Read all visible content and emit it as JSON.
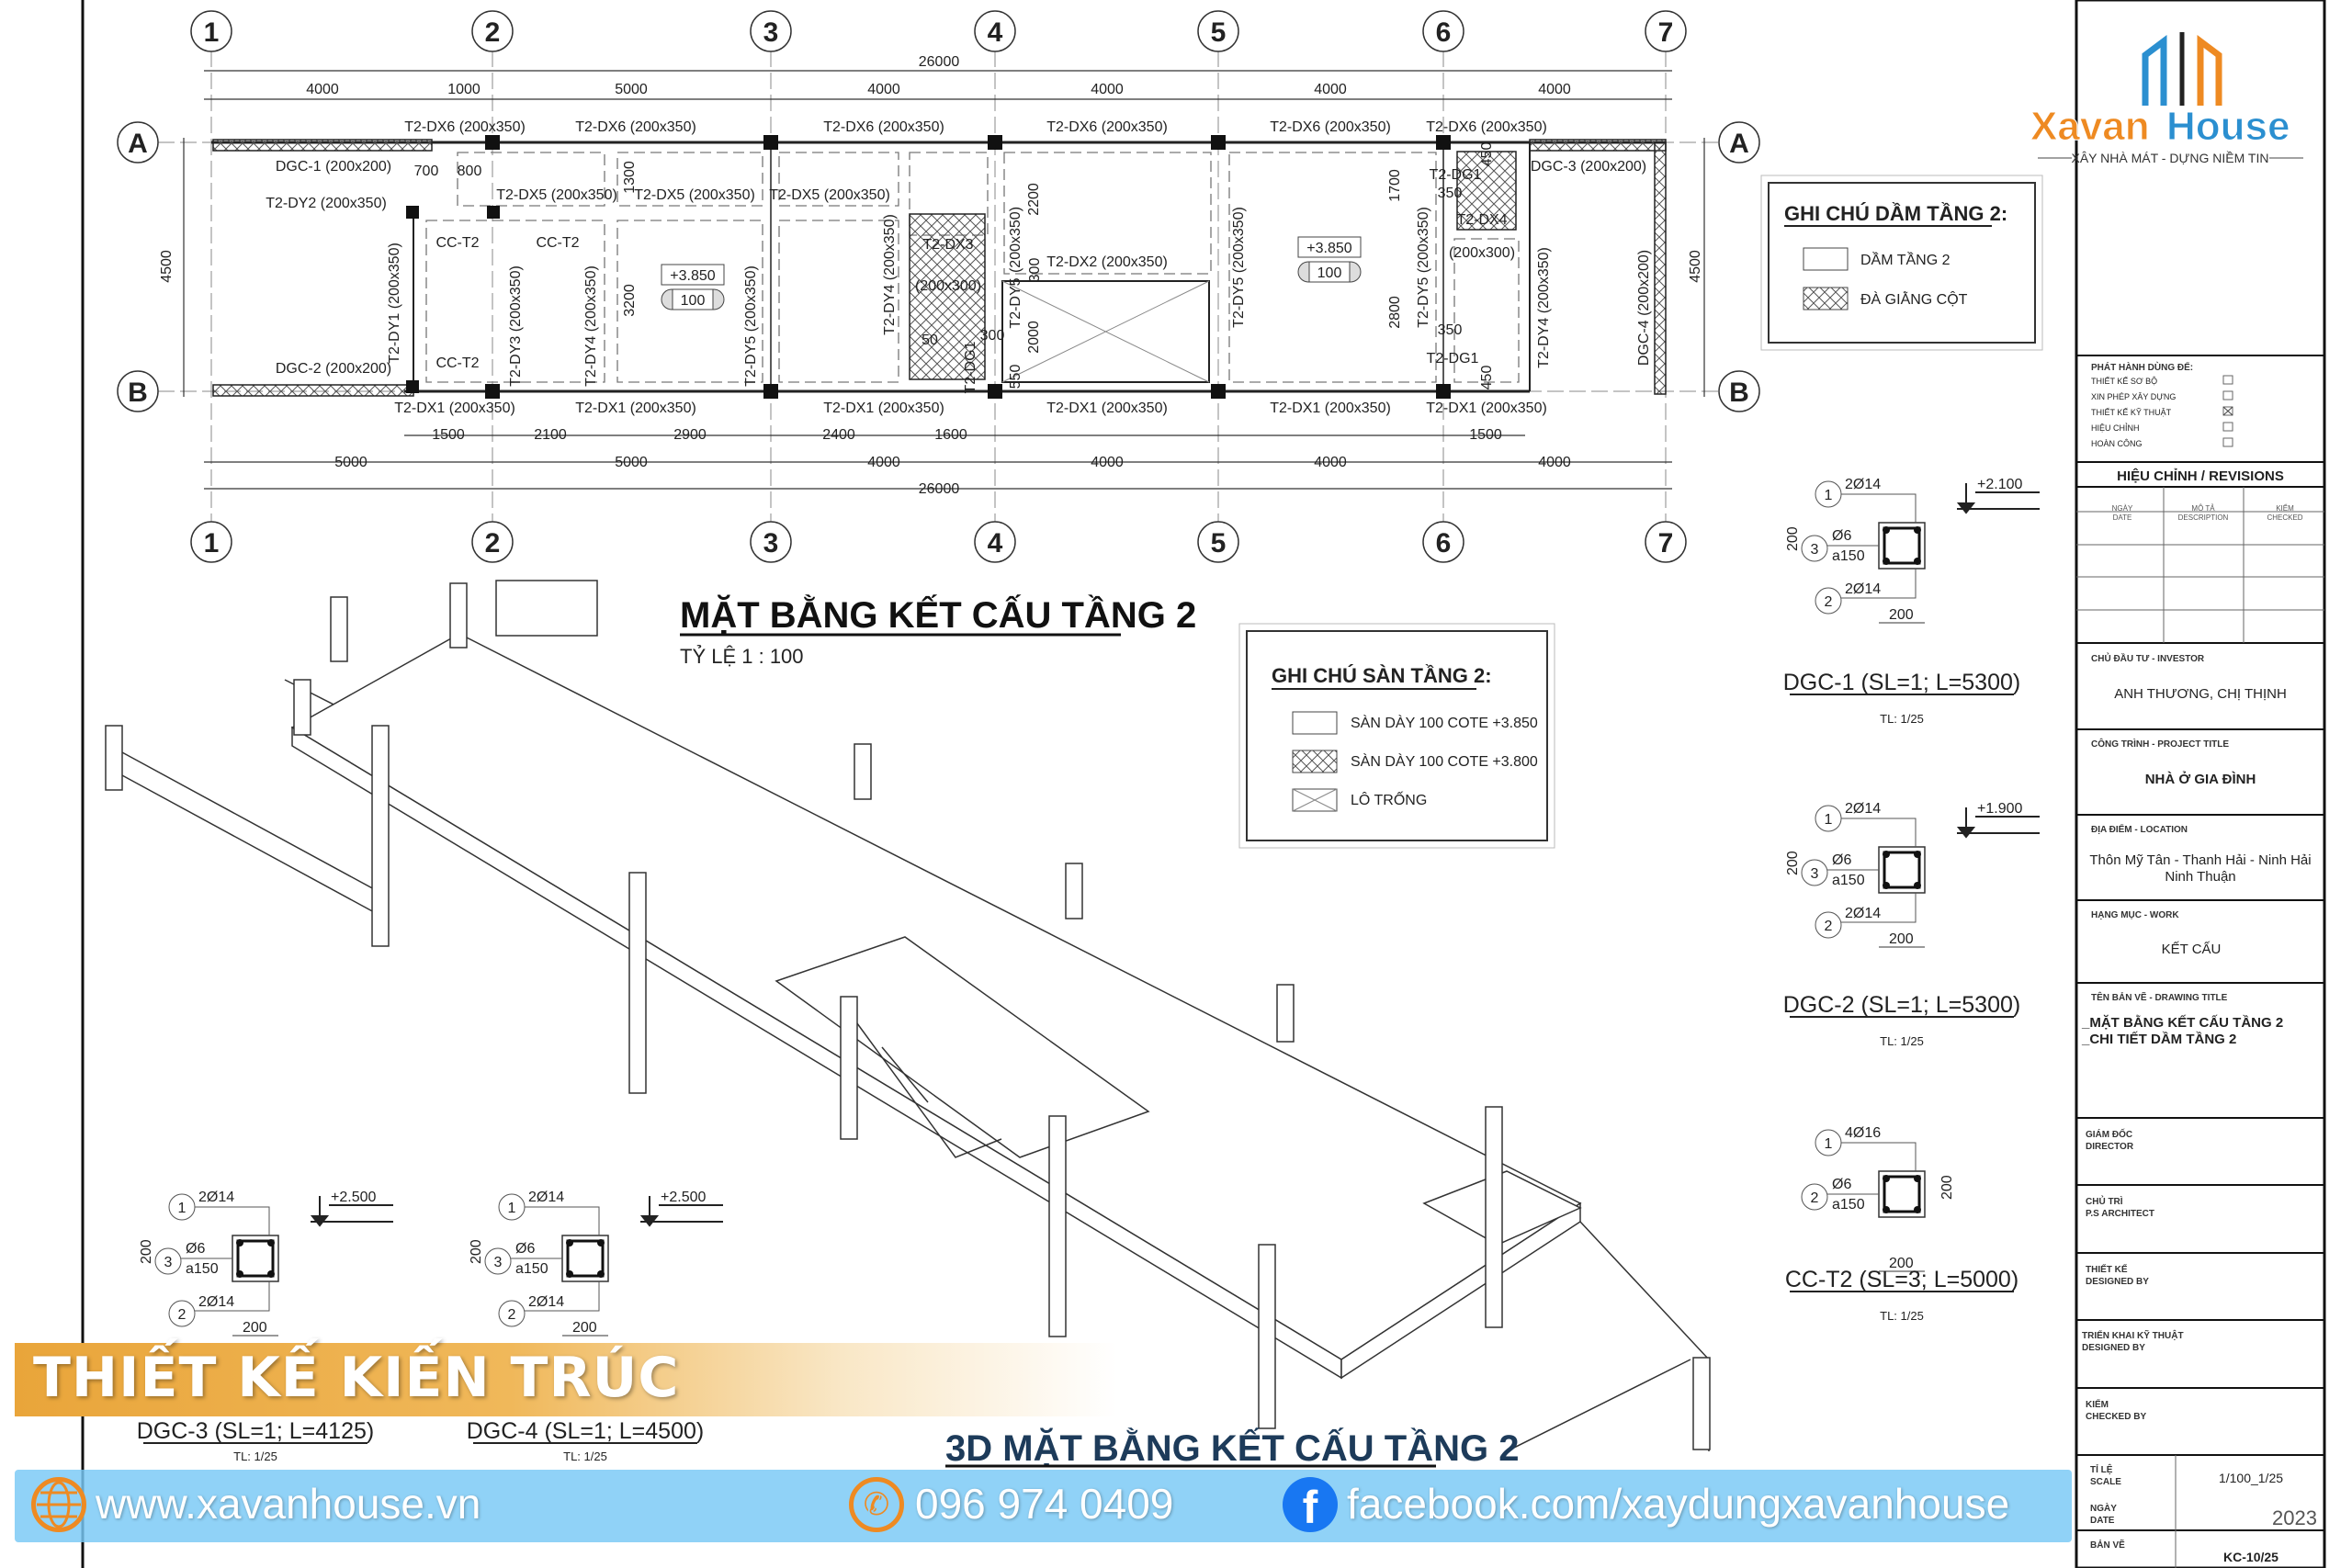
{
  "plan": {
    "title": "MẶT BẰNG KẾT CẤU TẦNG 2",
    "scale": "TỶ LỆ  1 : 100",
    "grid_columns": [
      "1",
      "2",
      "3",
      "4",
      "5",
      "6",
      "7"
    ],
    "grid_rows": [
      "A",
      "B"
    ],
    "dims_top_total": "26000",
    "dims_top": [
      "4000",
      "1000",
      "5000",
      "4000",
      "4000",
      "4000",
      "4000"
    ],
    "dims_bottom_1": [
      "1500",
      "2100",
      "2900",
      "2400",
      "1600",
      "1500"
    ],
    "dims_bottom_2": [
      "5000",
      "5000",
      "4000",
      "4000",
      "4000",
      "4000"
    ],
    "dims_bottom_total": "26000",
    "dims_side": [
      "4500",
      "4500"
    ],
    "beams_top": [
      "T2-DX6 (200x350)",
      "T2-DX6 (200x350)",
      "T2-DX6 (200x350)",
      "T2-DX6 (200x350)",
      "T2-DX6 (200x350)",
      "T2-DX6 (200x350)"
    ],
    "beams_bottom": [
      "T2-DX1 (200x350)",
      "T2-DX1 (200x350)",
      "T2-DX1 (200x350)",
      "T2-DX1 (200x350)",
      "T2-DX1 (200x350)",
      "T2-DX1 (200x350)"
    ],
    "labels": [
      "DGC-1 (200x200)",
      "700",
      "800",
      "T2-DY2 (200x350)",
      "CC-T2",
      "CC-T2",
      "CC-T2",
      "DGC-2 (200x200)",
      "T2-DX5 (200x350)",
      "T2-DX5 (200x350)",
      "T2-DX5 (200x350)",
      "T2-DX3",
      "(200x300)",
      "50",
      "300",
      "550",
      "T2-DX2 (200x350)",
      "T2-DG1",
      "350",
      "T2-DX4",
      "(200x300)",
      "350",
      "T2-DG1",
      "DGC-3 (200x200)",
      "450",
      "450"
    ],
    "vlabels": [
      "T2-DY1 (200x350)",
      "T2-DY3 (200x350)",
      "T2-DY4 (200x350)",
      "1300",
      "3200",
      "T2-DY5 (200x350)",
      "T2-DY4 (200x350)",
      "T2-DG1",
      "(200x350)",
      "2200",
      "300",
      "T2-DY5",
      "2000",
      "T2-DY5 (200x350)",
      "1700",
      "2800",
      "T2-DY5 (200x350)",
      "T2-DY4 (200x350)",
      "DGC-4 (200x200)"
    ],
    "level_tags": [
      {
        "level": "+3.850",
        "thickness": "100"
      },
      {
        "level": "+3.850",
        "thickness": "100"
      }
    ]
  },
  "beam_legend": {
    "title": "GHI CHÚ DẦM TẦNG 2:",
    "items": [
      "DẦM TẦNG 2",
      "ĐÀ GIẰNG CỘT"
    ]
  },
  "slab_legend": {
    "title": "GHI CHÚ SÀN TẦNG 2:",
    "items": [
      "SÀN DÀY 100 COTE +3.850",
      "SÀN DÀY 100 COTE +3.800",
      "LÔ TRỐNG"
    ]
  },
  "sections": [
    {
      "title": "DGC-1 (SL=1; L=5300)",
      "scale": "TL: 1/25",
      "top": "2Ø14",
      "bottom": "2Ø14",
      "stirrup": "Ø6",
      "spacing": "a150",
      "size": "200",
      "level": "+2.100"
    },
    {
      "title": "DGC-2 (SL=1; L=5300)",
      "scale": "TL: 1/25",
      "top": "2Ø14",
      "bottom": "2Ø14",
      "stirrup": "Ø6",
      "spacing": "a150",
      "size": "200",
      "level": "+1.900"
    },
    {
      "title": "CC-T2 (SL=3; L=5000)",
      "scale": "TL: 1/25",
      "top": "4Ø16",
      "stirrup": "Ø6",
      "spacing": "a150",
      "size": "200"
    },
    {
      "title": "DGC-3 (SL=1; L=4125)",
      "scale": "TL: 1/25",
      "top": "2Ø14",
      "bottom": "2Ø14",
      "stirrup": "Ø6",
      "spacing": "a150",
      "size": "200",
      "level": "+2.500"
    },
    {
      "title": "DGC-4 (SL=1; L=4500)",
      "scale": "TL: 1/25",
      "top": "2Ø14",
      "bottom": "2Ø14",
      "stirrup": "Ø6",
      "spacing": "a150",
      "size": "200",
      "level": "+2.500"
    }
  ],
  "view3d": {
    "title": "3D MẶT BẰNG KẾT CẤU TẦNG 2"
  },
  "logo": {
    "brand_a": "Xavan",
    "brand_b": "House",
    "tagline": "XÂY NHÀ MÁT - DỰNG NIỀM TIN"
  },
  "title_block": {
    "issue_title": "PHÁT HÀNH DÙNG ĐỂ:",
    "issue_items": [
      {
        "label": "THIẾT KẾ SƠ BỘ",
        "checked": false
      },
      {
        "label": "XIN PHÉP XÂY DỰNG",
        "checked": false
      },
      {
        "label": "THIẾT KẾ KỸ THUẬT",
        "checked": true
      },
      {
        "label": "HIỆU CHỈNH",
        "checked": false
      },
      {
        "label": "HOÀN CÔNG",
        "checked": false
      }
    ],
    "revisions_title": "HIỆU CHỈNH / REVISIONS",
    "revision_cols": [
      [
        "NGÀY",
        "DATE"
      ],
      [
        "MÔ TẢ",
        "DESCRIPTION"
      ],
      [
        "KIỂM",
        "CHECKED"
      ]
    ],
    "investor_label": "CHỦ ĐẦU TƯ - INVESTOR",
    "investor": "ANH THƯƠNG, CHỊ THỊNH",
    "project_label": "CÔNG TRÌNH - PROJECT TITLE",
    "project": "NHÀ Ở GIA ĐÌNH",
    "location_label": "ĐỊA ĐIỂM - LOCATION",
    "location_1": "Thôn Mỹ Tân - Thanh Hải - Ninh Hải",
    "location_2": "Ninh Thuận",
    "work_label": "HẠNG MỤC - WORK",
    "work": "KẾT CẤU",
    "drawing_label": "TÊN BẢN VẼ - DRAWING TITLE",
    "drawing_1": "_MẶT BẰNG KẾT CẤU TẦNG 2",
    "drawing_2": "_CHI TIẾT DẦM TẦNG 2",
    "director": [
      "GIÁM ĐỐC",
      "DIRECTOR"
    ],
    "architect": [
      "CHỦ TRÌ",
      "P.S ARCHITECT"
    ],
    "designer": [
      "THIẾT KẾ",
      "DESIGNED BY"
    ],
    "tech": [
      "TRIỂN KHAI KỸ THUẬT",
      "DESIGNED BY"
    ],
    "checker": [
      "KIỂM",
      "CHECKED BY"
    ],
    "scale_label": [
      "TỈ LỆ",
      "SCALE"
    ],
    "scale": "1/100_1/25",
    "date_label": [
      "NGÀY",
      "DATE"
    ],
    "date": "2023",
    "sheet_label": "BẢN VẼ",
    "sheet": "KC-10/25"
  },
  "banners": {
    "headline": "THIẾT KẾ KIẾN TRÚC",
    "website": "www.xavanhouse.vn",
    "phone": "096 974 0409",
    "facebook": "facebook.com/xaydungxavanhouse",
    "orange": "#e9a53a",
    "blue": "#78c8f5",
    "fb_blue": "#1877f2"
  }
}
